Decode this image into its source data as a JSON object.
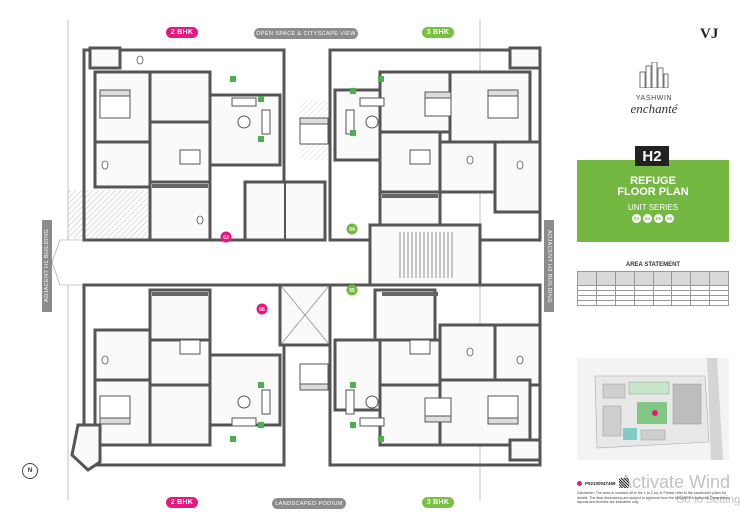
{
  "header": {
    "top_left_unit": "2 BHK",
    "top_center": "OPEN SPACE & CITYSCAPE VIEW",
    "top_right_unit": "3 BHK",
    "bottom_left_unit": "2 BHK",
    "bottom_center": "LANDSCAPED PODIUM",
    "bottom_right_unit": "3 BHK",
    "left_side": "ADJACENT H1 BUILDING",
    "right_side": "ADJACENT H3 BUILDING"
  },
  "brand": {
    "developer_mark": "VJ",
    "project_line1": "YASHWIN",
    "project_line2": "enchanté"
  },
  "panel": {
    "badge": "H2",
    "title_line1": "REFUGE",
    "title_line2": "FLOOR PLAN",
    "unit_series_label": "UNIT SERIES",
    "unit_series": [
      "03",
      "04",
      "05",
      "06"
    ]
  },
  "plan_markers": [
    "03",
    "04",
    "05",
    "06"
  ],
  "area_statement": {
    "title": "AREA STATEMENT",
    "columns": [
      "",
      "",
      "",
      "",
      "",
      "",
      "",
      ""
    ],
    "rows": [
      [
        "",
        "",
        "",
        "",
        "",
        "",
        "",
        ""
      ],
      [
        "",
        "",
        "",
        "",
        "",
        "",
        "",
        ""
      ],
      [
        "",
        "",
        "",
        "",
        "",
        "",
        "",
        ""
      ],
      [
        "",
        "",
        "",
        "",
        "",
        "",
        "",
        ""
      ]
    ]
  },
  "footer": {
    "rera": "P52100047469",
    "disclaimer": "Disclaimer: The area is rounded off to the 1 to 2 sq. ft. Please refer to the sanctioned plans for details. The final dimensions are subject to approval from the MahaRERA authority. Dimensions, layouts and finishes are indicative only.",
    "watermark_line1": "Activate Wind",
    "watermark_line2": "Go to Settings to a"
  },
  "north": "N",
  "colors": {
    "pink": "#e8177e",
    "green": "#74b842",
    "wall": "#555555",
    "grey": "#8c8c8c"
  }
}
